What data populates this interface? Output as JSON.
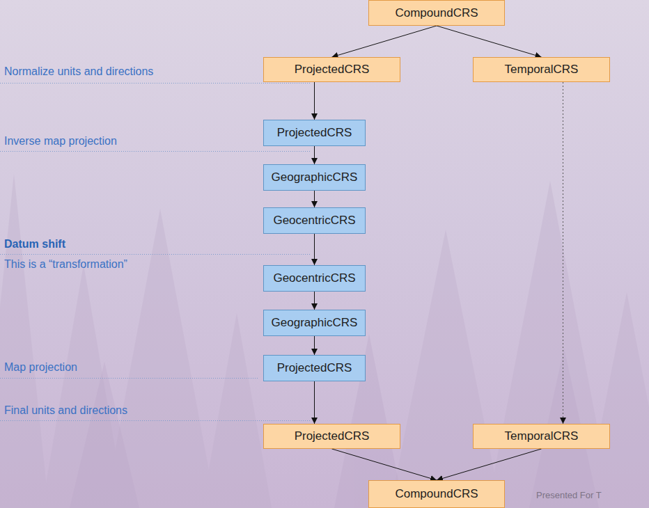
{
  "diagram": {
    "nodes": [
      {
        "text": [
          "CompoundCRS"
        ]
      },
      {
        "text": [
          "ProjectedCRS"
        ]
      },
      {
        "text": [
          "TemporalCRS"
        ]
      },
      {
        "text": [
          "ProjectedCRS"
        ]
      },
      {
        "text": [
          "GeographicCRS"
        ]
      },
      {
        "text": [
          "GeocentricCRS"
        ]
      },
      {
        "text": [
          "GeocentricCRS"
        ]
      },
      {
        "text": [
          "GeographicCRS"
        ]
      },
      {
        "text": [
          "ProjectedCRS"
        ]
      },
      {
        "text": [
          "ProjectedCRS"
        ]
      },
      {
        "text": [
          "TemporalCRS"
        ]
      },
      {
        "text": [
          "CompoundCRS"
        ]
      }
    ],
    "edges": [
      {
        "from": 0,
        "to": 1,
        "arrow": "to"
      },
      {
        "from": 0,
        "to": 2,
        "arrow": "to"
      },
      {
        "from": 1,
        "to": 3,
        "arrow": "to"
      },
      {
        "from": 3,
        "to": 4,
        "arrow": "to"
      },
      {
        "from": 4,
        "to": 5,
        "arrow": "to"
      },
      {
        "from": 5,
        "to": 6,
        "arrow": "to"
      },
      {
        "from": 6,
        "to": 7,
        "arrow": "to"
      },
      {
        "from": 7,
        "to": 8,
        "arrow": "to"
      },
      {
        "from": 8,
        "to": 9,
        "arrow": "to"
      },
      {
        "from": 2,
        "to": 10,
        "arrow": "to"
      },
      {
        "from": 9,
        "to": 11,
        "arrow": "to"
      },
      {
        "from": 10,
        "to": 11,
        "arrow": "to"
      }
    ],
    "labels": [
      "Normalize units and directions",
      "Inverse map projection",
      "Datum shift",
      "This is a “transformation”",
      "Map projection",
      "Final units and directions",
      "Presented For T"
    ]
  }
}
